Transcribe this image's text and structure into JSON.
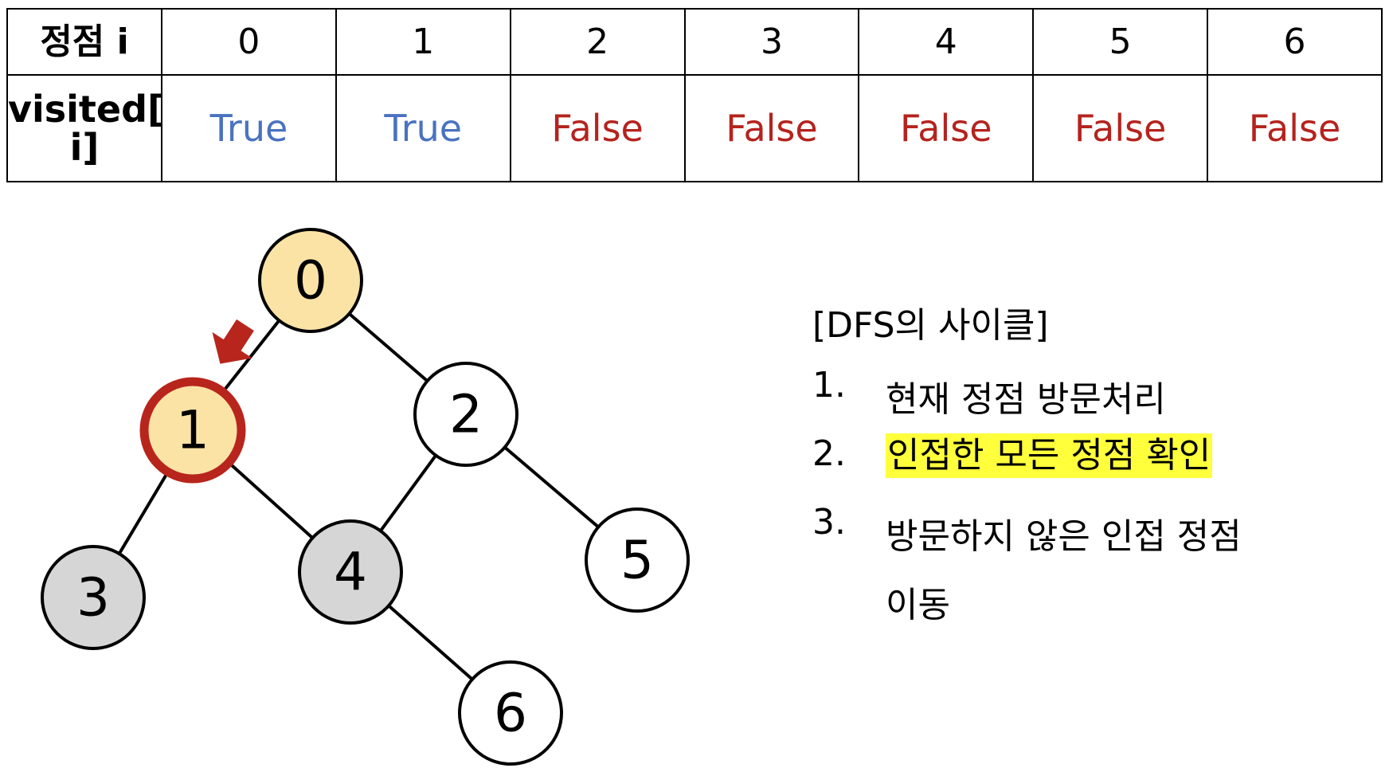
{
  "table": {
    "row1_header": "정점 i",
    "row2_header_line1": "visited[",
    "row2_header_line2": "i]",
    "vertices": [
      "0",
      "1",
      "2",
      "3",
      "4",
      "5",
      "6"
    ],
    "visited": [
      "True",
      "True",
      "False",
      "False",
      "False",
      "False",
      "False"
    ],
    "true_color": "#4a72c0",
    "false_color": "#b5231e"
  },
  "graph": {
    "nodes": [
      {
        "label": "0",
        "state": "visited"
      },
      {
        "label": "1",
        "state": "current"
      },
      {
        "label": "2",
        "state": "unvisited"
      },
      {
        "label": "3",
        "state": "adjacent"
      },
      {
        "label": "4",
        "state": "adjacent"
      },
      {
        "label": "5",
        "state": "unvisited"
      },
      {
        "label": "6",
        "state": "unvisited"
      }
    ],
    "edges": [
      [
        0,
        1
      ],
      [
        0,
        2
      ],
      [
        1,
        3
      ],
      [
        1,
        4
      ],
      [
        2,
        4
      ],
      [
        2,
        5
      ],
      [
        4,
        6
      ]
    ],
    "colors": {
      "visited_fill": "#fbe3a6",
      "current_border": "#b8251c",
      "adjacent_fill": "#d6d6d6",
      "unvisited_fill": "#ffffff",
      "arrow": "#b8251c"
    }
  },
  "cycle": {
    "title": "[DFS의 사이클]",
    "steps": [
      {
        "num": "1.",
        "text": "현재 정점 방문처리",
        "cont": "",
        "highlight": false
      },
      {
        "num": "2.",
        "text": "인접한 모든 정점 확인",
        "cont": "",
        "highlight": true
      },
      {
        "num": "3.",
        "text": "방문하지 않은 인접 정점",
        "cont": "이동",
        "highlight": false
      }
    ],
    "highlight_color": "#ffff3c"
  }
}
